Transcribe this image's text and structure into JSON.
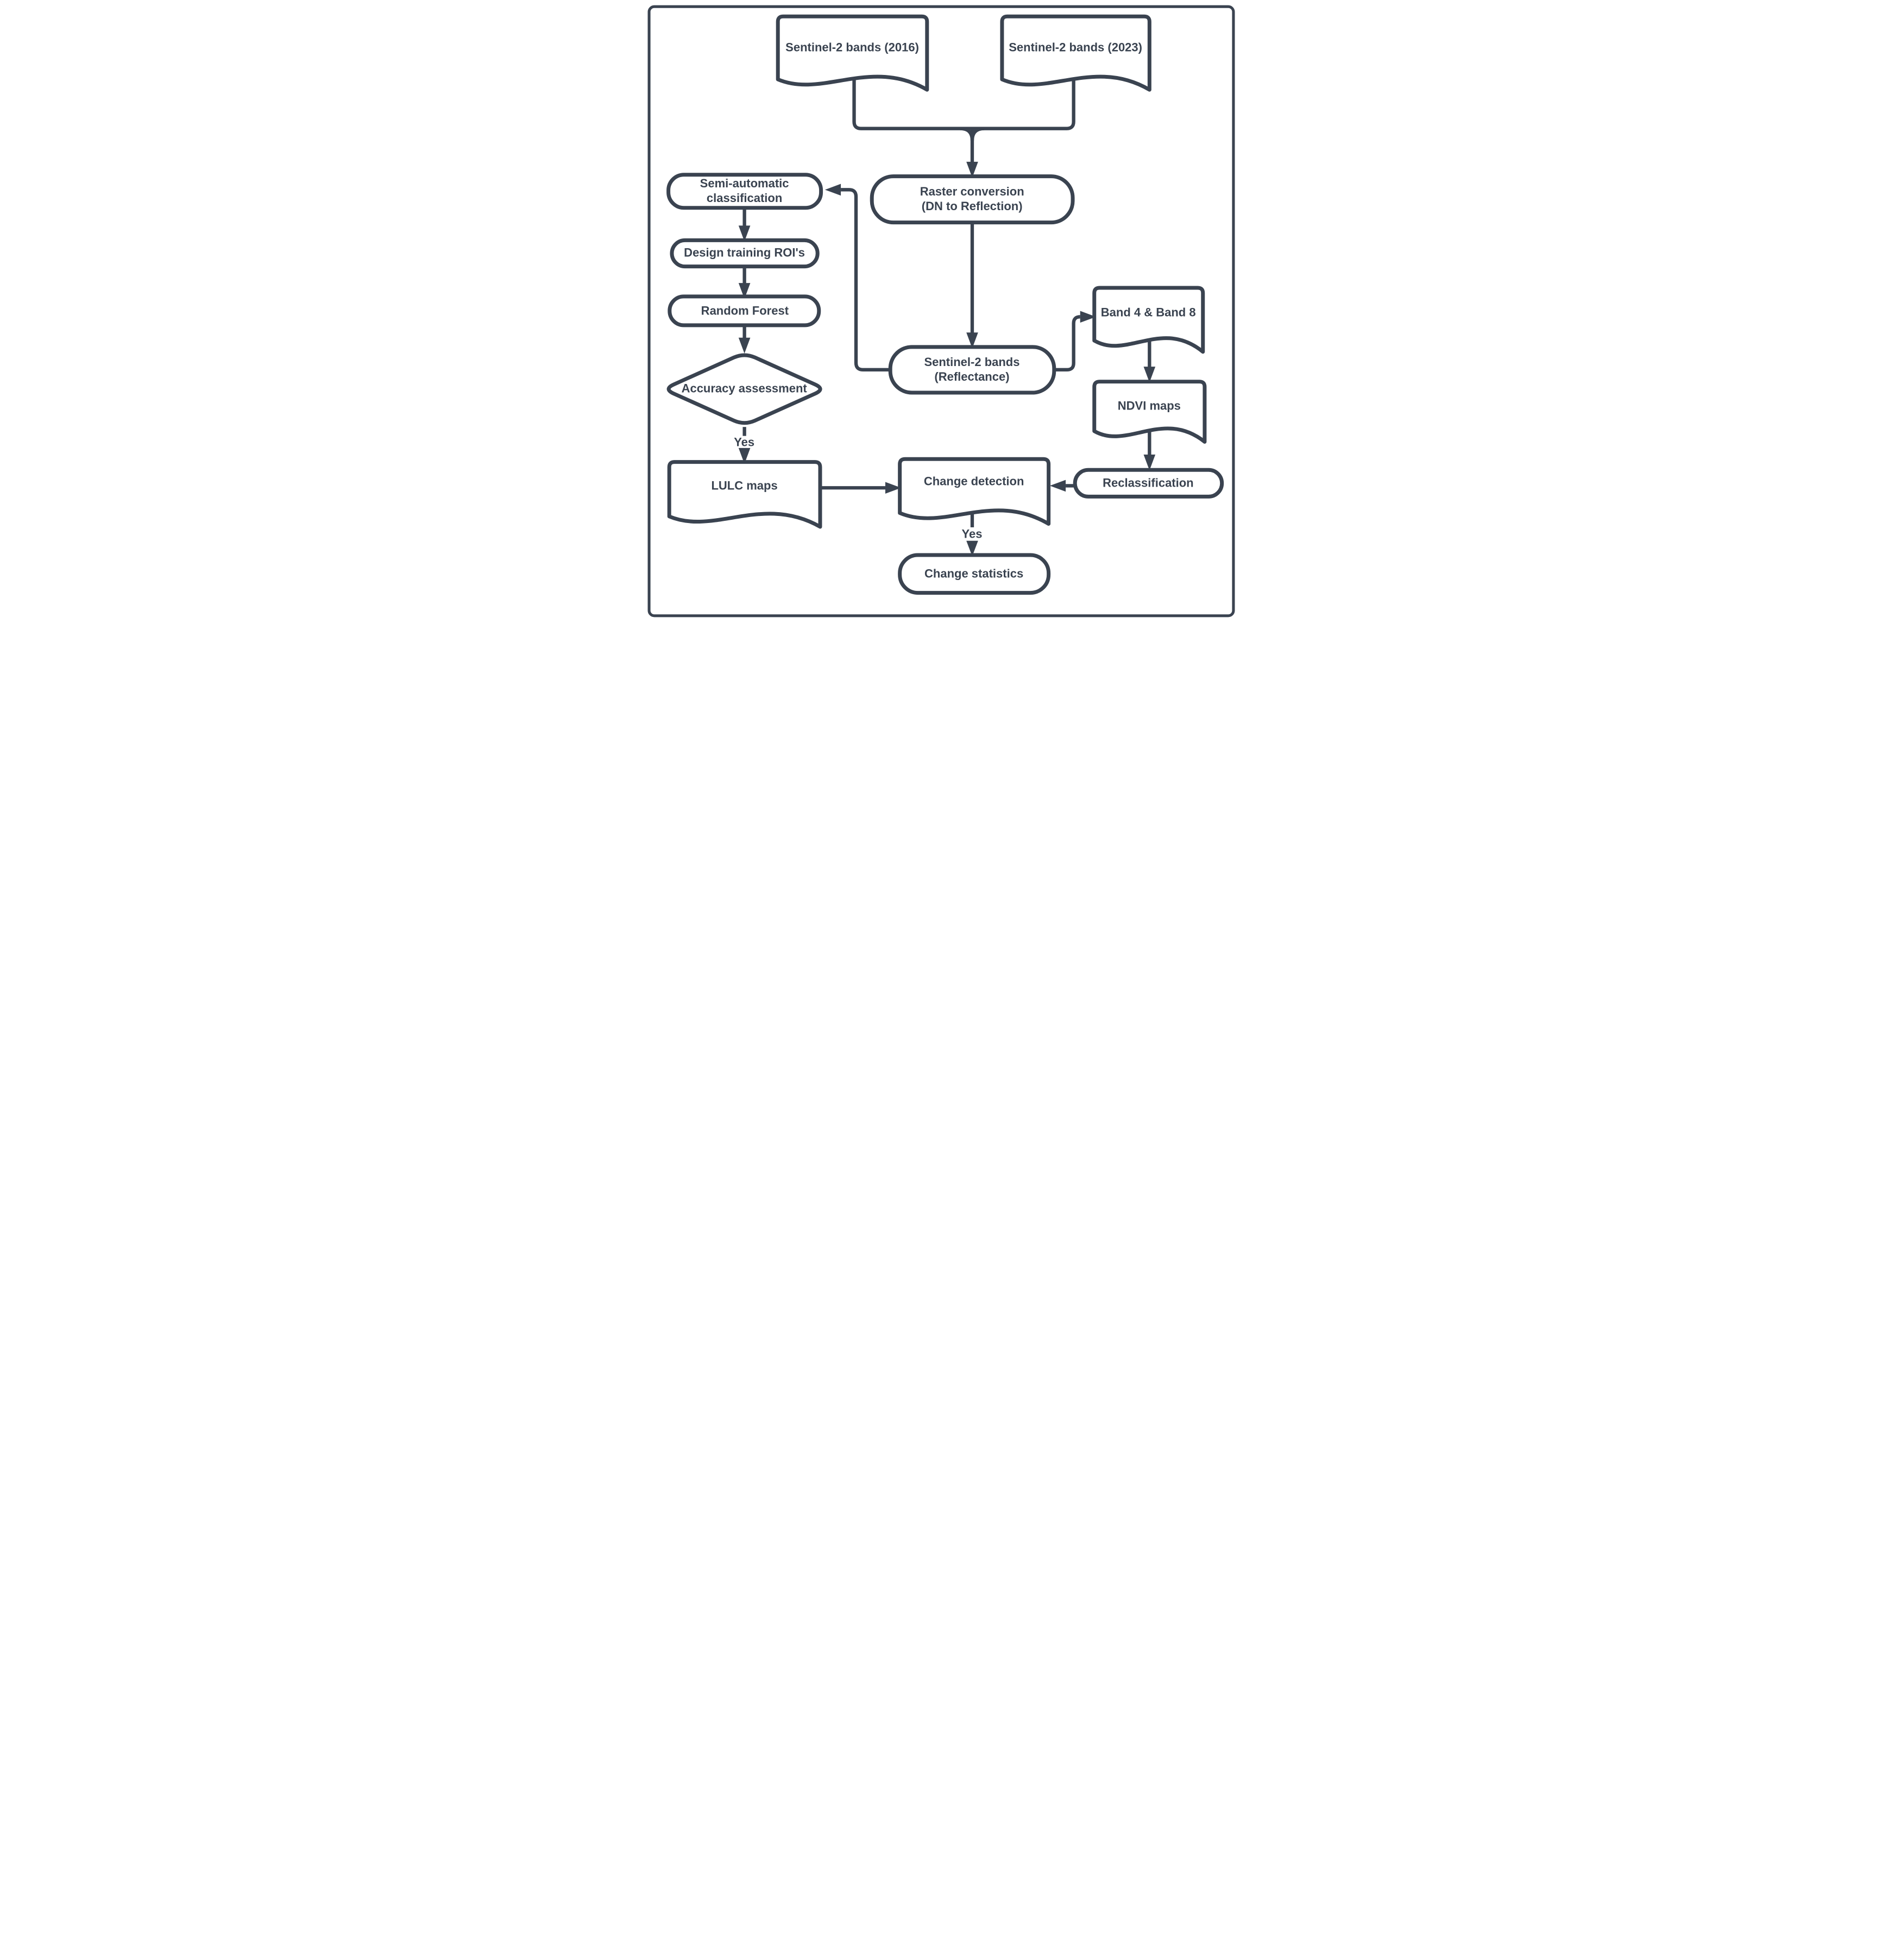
{
  "flowchart": {
    "background_color": "#ffffff",
    "line_color": "#3a4350",
    "node_fill_color": "#ffffff",
    "nodes": {
      "sentinel_2016": {
        "shape": "document",
        "label": "Sentinel-2 bands (2016)"
      },
      "sentinel_2023": {
        "shape": "document",
        "label": "Sentinel-2 bands (2023)"
      },
      "raster_conversion": {
        "shape": "rounded-rectangle",
        "lines": [
          "Raster conversion",
          "(DN to Reflection)"
        ]
      },
      "semi_automatic_classification": {
        "shape": "rounded-rectangle",
        "lines": [
          "Semi-automatic",
          "classification"
        ]
      },
      "design_training_rois": {
        "shape": "rounded-rectangle",
        "label": "Design training ROI's"
      },
      "random_forest": {
        "shape": "rounded-rectangle",
        "label": "Random Forest"
      },
      "accuracy_assessment": {
        "shape": "decision-diamond",
        "label": "Accuracy assessment"
      },
      "lulc_maps": {
        "shape": "document",
        "label": "LULC maps"
      },
      "sentinel_reflectance": {
        "shape": "rounded-rectangle",
        "lines": [
          "Sentinel-2 bands",
          "(Reflectance)"
        ]
      },
      "band4_band8": {
        "shape": "document",
        "label": "Band 4 & Band 8"
      },
      "ndvi_maps": {
        "shape": "document",
        "label": "NDVI maps"
      },
      "reclassification": {
        "shape": "rounded-rectangle",
        "label": "Reclassification"
      },
      "change_detection": {
        "shape": "document",
        "label": "Change detection"
      },
      "change_statistics": {
        "shape": "rounded-rectangle",
        "label": "Change statistics"
      }
    },
    "edge_labels": {
      "accuracy_to_lulc": "Yes",
      "change_detection_to_statistics": "Yes"
    }
  }
}
